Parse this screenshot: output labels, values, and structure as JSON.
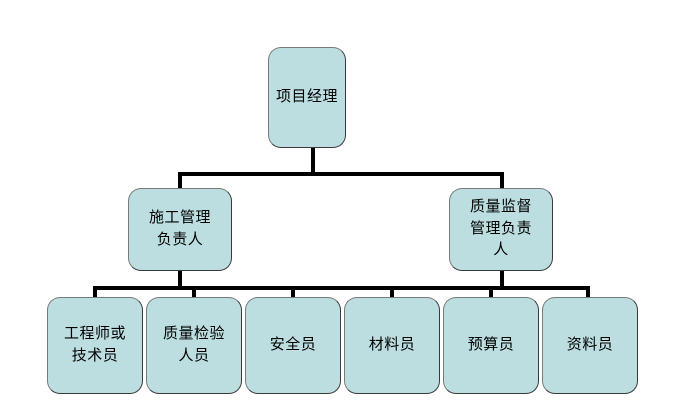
{
  "diagram": {
    "type": "organization-chart",
    "title": "",
    "colors": {
      "node_fill": "#bcdee0",
      "node_border": "#7a7a7a",
      "node_border_shadow": "#3a3a3a",
      "connector": "#000000",
      "background": "#ffffff",
      "text": "#000000"
    },
    "levels": [
      {
        "level": 1,
        "nodes": [
          {
            "id": "root",
            "label": "项目经理"
          }
        ]
      },
      {
        "level": 2,
        "nodes": [
          {
            "id": "mid-left",
            "label": "施工管理\n负责人"
          },
          {
            "id": "mid-right",
            "label": "质量监督\n管理负责\n人"
          }
        ]
      },
      {
        "level": 3,
        "nodes": [
          {
            "id": "leaf-1",
            "label": "工程师或\n技术员"
          },
          {
            "id": "leaf-2",
            "label": "质量检验\n人员"
          },
          {
            "id": "leaf-3",
            "label": "安全员"
          },
          {
            "id": "leaf-4",
            "label": "材料员"
          },
          {
            "id": "leaf-5",
            "label": "预算员"
          },
          {
            "id": "leaf-6",
            "label": "资料员"
          }
        ]
      }
    ]
  }
}
